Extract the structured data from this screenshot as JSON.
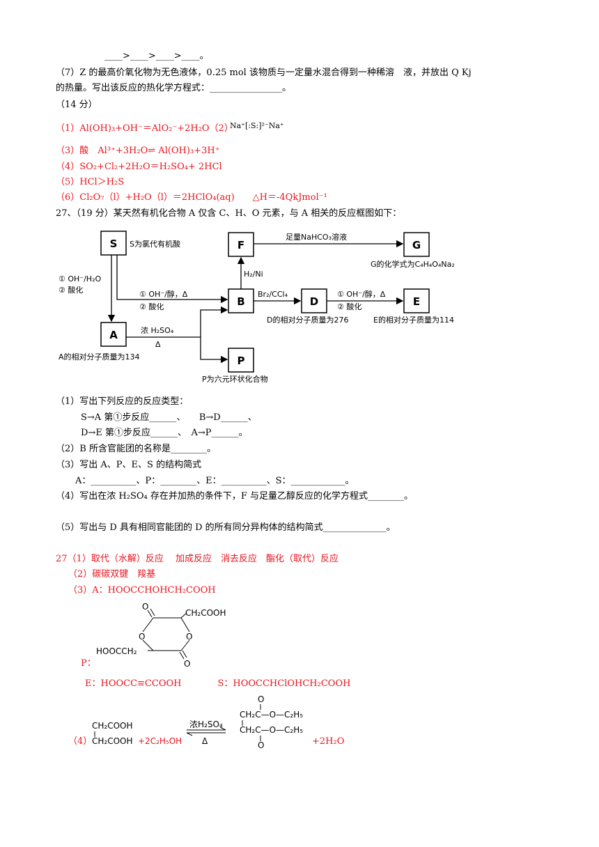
{
  "top": {
    "gt_chain": "____>____>____>____。",
    "q7_line1": "（7）Z 的最高价氧化物为无色液体，0.25 mol 该物质与一定量水混合得到一种稀溶　液，并放出 Q Kj",
    "q7_line2": "的热量。写出该反应的热化学方程式：________________。",
    "score": "（14 分）"
  },
  "ans26": {
    "a1": "（1）Al(OH)₃+OH⁻＝AlO₂⁻+2H₂O（2）",
    "na2s": "Na⁺[:S:]²⁻Na⁺",
    "a3": "（3）酸　Al³⁺+3H₂O⇌ Al(OH)₃+3H⁺",
    "a4": "（4）SO₂+Cl₂+2H₂O＝H₂SO₄+ 2HCl",
    "a5": "（5）HCl＞H₂S",
    "a6": "（6）Cl₂O₇（l）+H₂O（l）＝2HClO₄(aq)　　△H＝-4QkJmol⁻¹"
  },
  "q27": {
    "intro": "27、（19 分）某天然有机化合物 A 仅含 C、H、O 元素，与 A 相关的反应框图如下：",
    "diagram": {
      "nodes": {
        "S": "S",
        "F": "F",
        "G": "G",
        "A": "A",
        "B": "B",
        "D": "D",
        "E": "E",
        "P": "P"
      },
      "s_note": "S为氯代有机酸",
      "nahco3": "足量NaHCO₃溶液",
      "g_note": "G的化学式为C₄H₄O₄Na₂",
      "h2ni": "H₂/Ni",
      "s_to_a_1": "① OH⁻/H₂O",
      "s_to_a_2": "② 酸化",
      "s_to_b_1": "① OH⁻/醇，Δ",
      "s_to_b_2": "② 酸化",
      "br2": "Br₂/CCl₄",
      "d_to_e_1": "① OH⁻/醇，Δ",
      "d_to_e_2": "② 酸化",
      "d_note": "D的相对分子质量为276",
      "e_note": "E的相对分子质量为114",
      "h2so4": "浓 H₂SO₄",
      "delta": "Δ",
      "a_note": "A的相对分子质量为134",
      "p_note": "P为六元环状化合物"
    },
    "q1": "（1）写出下列反应的反应类型：",
    "q1a": "S→A 第①步反应______、　　B→D______、",
    "q1b": "D→E 第①步反应______、　A→P______。",
    "q2": "（2）B 所含官能团的名称是________。",
    "q3": "（3）写出 A、P、E、S 的结构简式",
    "q3a": "A：__________、P：________、E：__________、S：____________。",
    "q4": "（4）写出在浓 H₂SO₄ 存在并加热的条件下，F 与足量乙醇反应的化学方程式________。",
    "q5": "（5）写出与 D 具有相同官能团的 D 的所有同分异构体的结构简式______________。"
  },
  "ans27": {
    "a1": "27（1）取代（水解）反应　 加成反应　消去反应　酯化（取代）反应",
    "a2": "（2）碳碳双键　羧基",
    "a3": "（3）A：HOOCCHOHCH₂COOH",
    "p_label": "P：",
    "ring": {
      "o_top": "O",
      "o_left": "O",
      "o_right": "O",
      "o_bot": "O",
      "sub_top": "CH₂COOH",
      "sub_bot": "HOOCCH₂"
    },
    "e_s": "E：HOOCC≡CCOOH　　　　S：HOOCCHClOHCH₂COOH",
    "a4_label": "（4）",
    "reactant1": "CH₂COOH",
    "reactant2": "CH₂COOH",
    "plus_ethanol": "+2C₂H₅OH",
    "cond_top": "浓H₂SO₄",
    "cond_bot": "Δ",
    "ester_o": "O",
    "ester1": "CH₂C—O—C₂H₅",
    "ester2": "CH₂C—O—C₂H₅",
    "water": "+2H₂O"
  }
}
